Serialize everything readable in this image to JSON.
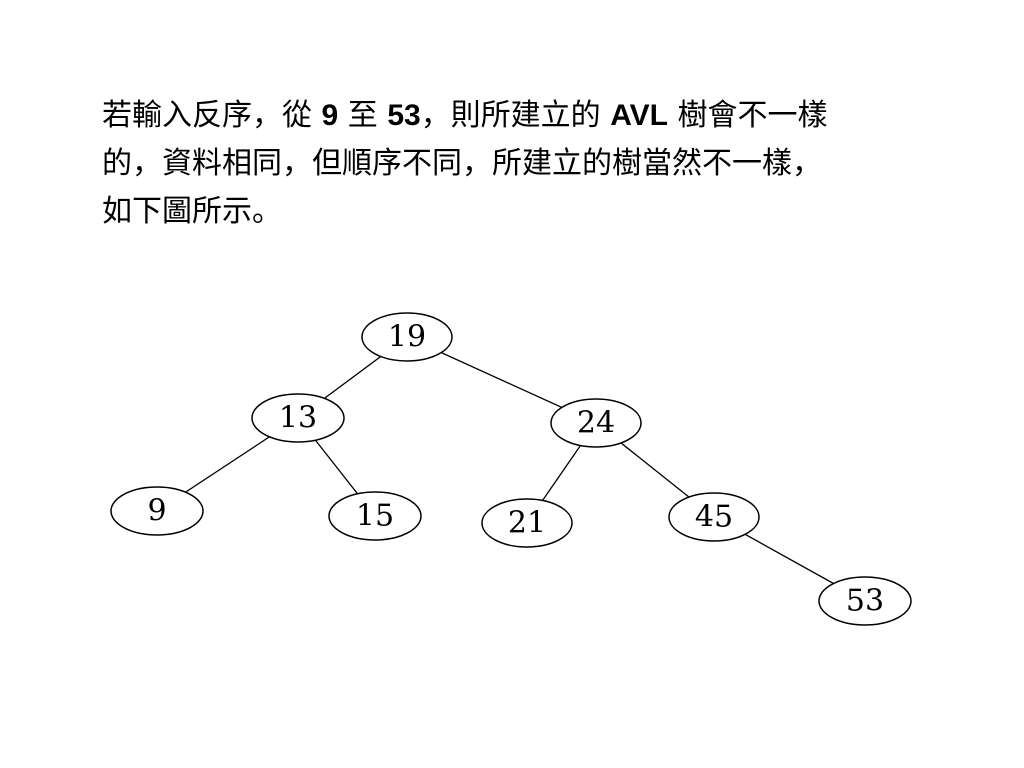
{
  "text": {
    "line1_a": "若輸入反序，從 ",
    "line1_b": "9",
    "line1_c": " 至 ",
    "line1_d": "53",
    "line1_e": "，則所建立的 ",
    "line1_f": "AVL",
    "line1_g": " 樹會不一樣",
    "line2": "的，資料相同，但順序不同，所建立的樹當然不一樣，",
    "line3": "如下圖所示。"
  },
  "tree": {
    "nodes": [
      {
        "id": "n19",
        "label": "19"
      },
      {
        "id": "n13",
        "label": "13"
      },
      {
        "id": "n24",
        "label": "24"
      },
      {
        "id": "n9",
        "label": "9"
      },
      {
        "id": "n15",
        "label": "15"
      },
      {
        "id": "n21",
        "label": "21"
      },
      {
        "id": "n45",
        "label": "45"
      },
      {
        "id": "n53",
        "label": "53"
      }
    ],
    "edges": [
      {
        "from": "n19",
        "to": "n13"
      },
      {
        "from": "n19",
        "to": "n24"
      },
      {
        "from": "n13",
        "to": "n9"
      },
      {
        "from": "n13",
        "to": "n15"
      },
      {
        "from": "n24",
        "to": "n21"
      },
      {
        "from": "n24",
        "to": "n45"
      },
      {
        "from": "n45",
        "to": "n53"
      }
    ]
  }
}
